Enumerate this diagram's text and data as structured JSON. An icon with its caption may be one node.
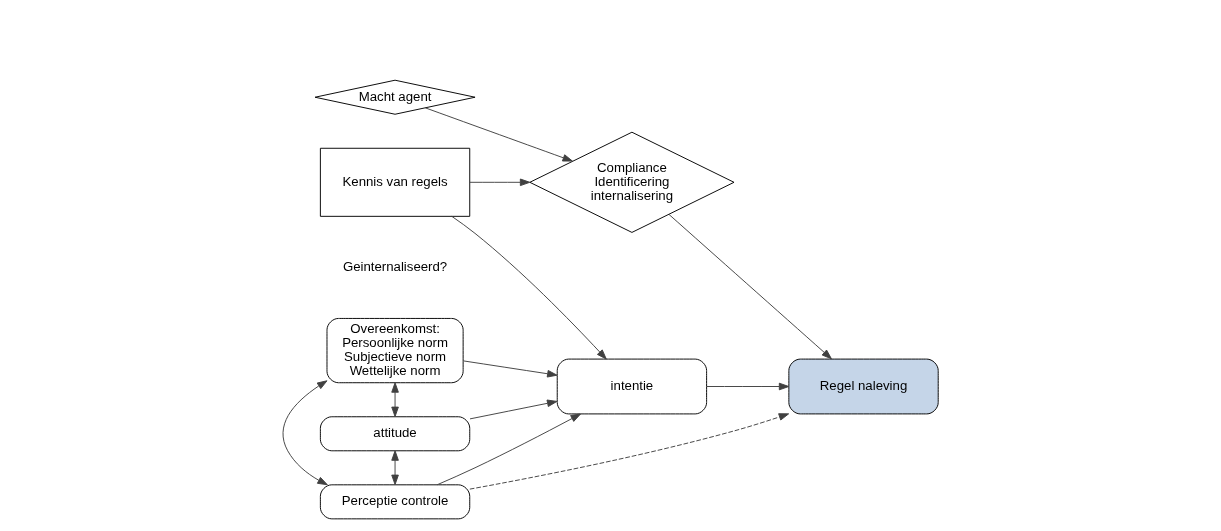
{
  "diagram": {
    "nodes": [
      {
        "text": [
          "attitude"
        ]
      },
      {
        "text": [
          "Kennis van regels"
        ]
      },
      {
        "text": [
          "Overeenkomst: Persoonlijke norm Subjectieve norm Wettelijke norm"
        ]
      },
      {
        "text": [
          "intentie"
        ]
      },
      {
        "text": [
          "Regel naleving"
        ]
      },
      {
        "text": [
          "Compliance Identificering internalisering"
        ]
      },
      {
        "text": [
          "Macht agent"
        ]
      },
      {
        "text": [
          "Perceptie controle"
        ]
      }
    ],
    "edges": [
      {
        "from": 0,
        "to": 3,
        "arrow": "to"
      },
      {
        "from": 1,
        "to": 3,
        "arrow": "to"
      },
      {
        "from": 1,
        "to": 5,
        "arrow": "to"
      },
      {
        "from": 2,
        "to": 0,
        "arrow": "both"
      },
      {
        "from": 2,
        "to": 3,
        "arrow": "to"
      },
      {
        "from": 2,
        "to": 7,
        "arrow": "both"
      },
      {
        "from": 0,
        "to": 7,
        "arrow": "both"
      },
      {
        "from": 7,
        "to": 3,
        "arrow": "to"
      },
      {
        "from": 7,
        "to": 4,
        "arrow": "to",
        "style": "dashed"
      },
      {
        "from": 3,
        "to": 4,
        "arrow": "to"
      },
      {
        "from": 5,
        "to": 4,
        "arrow": "to"
      },
      {
        "from": 6,
        "to": 5,
        "arrow": "to"
      }
    ],
    "labels": [
      "Geinternaliseerd?"
    ]
  }
}
